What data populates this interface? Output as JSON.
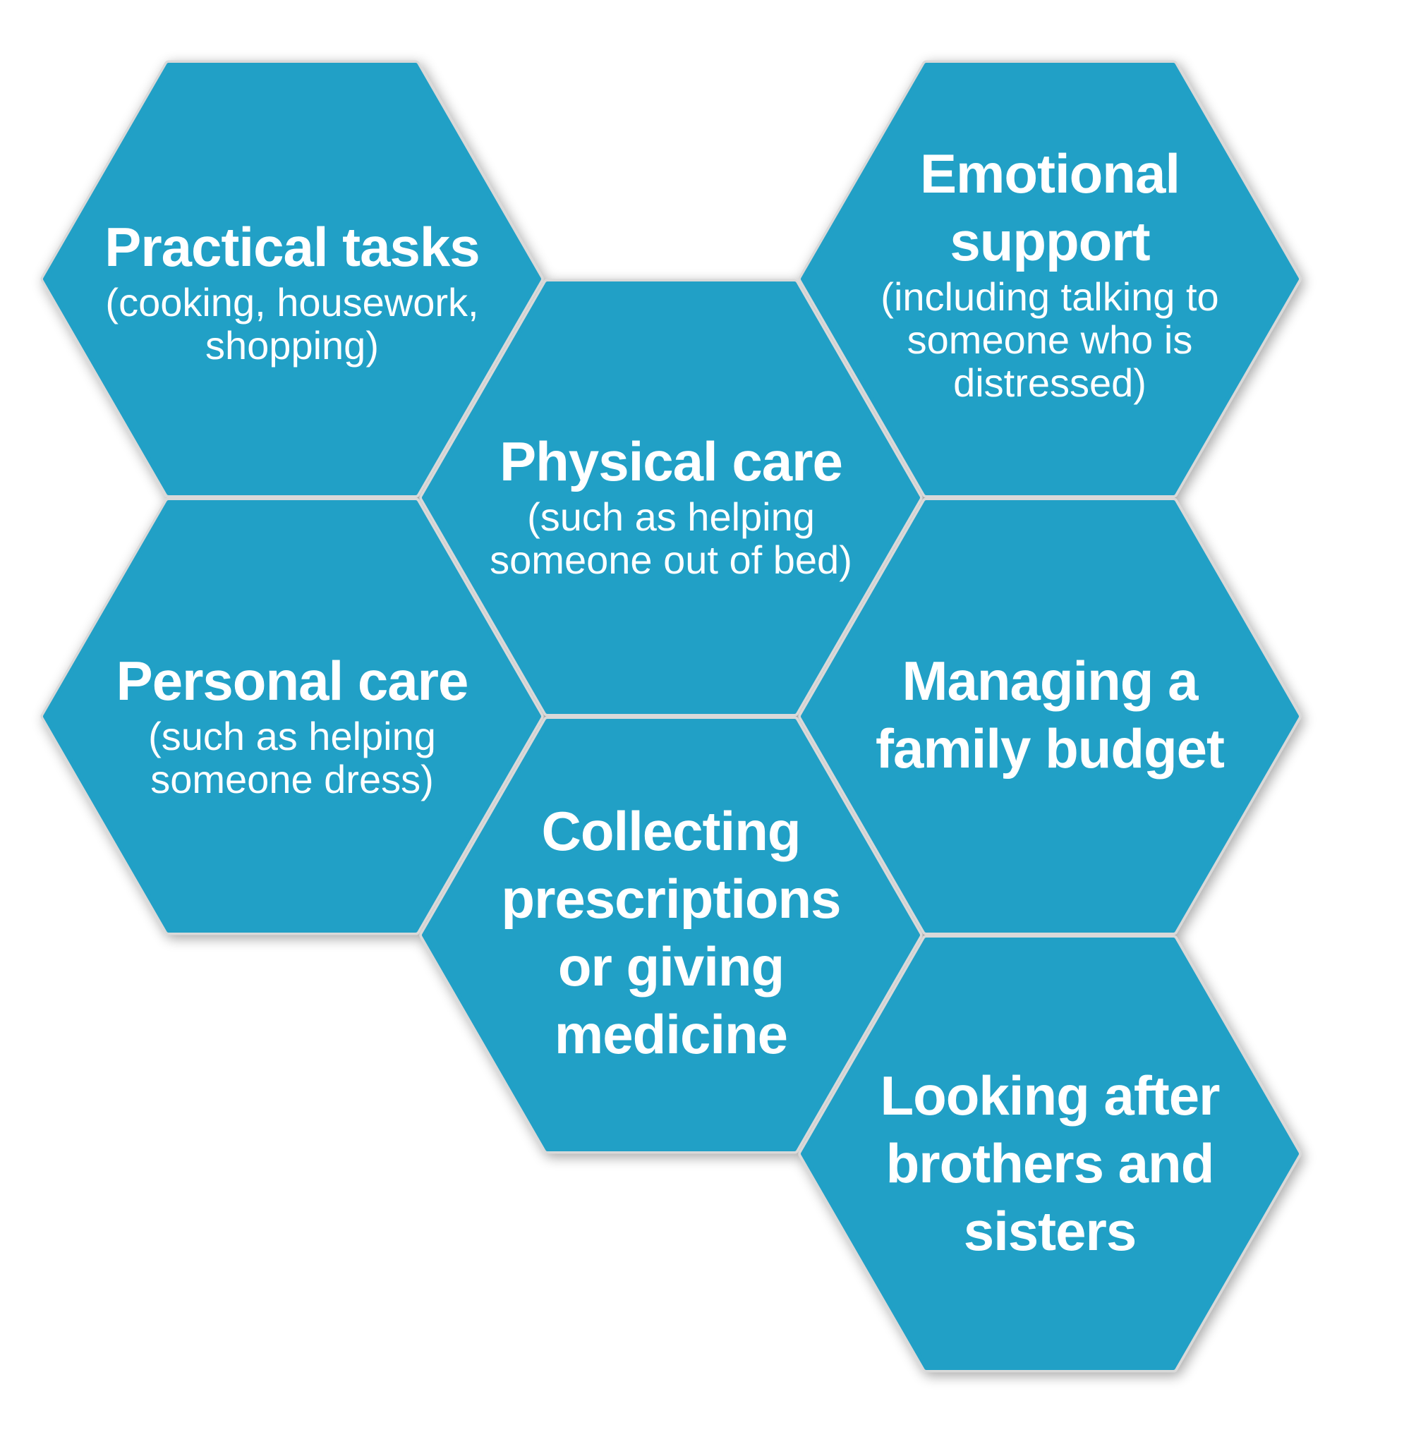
{
  "colors": {
    "hex_fill": "#21a0c6",
    "gap": "#d9d9d9",
    "text": "#ffffff",
    "background": "#ffffff"
  },
  "hexagons": [
    {
      "id": "practical",
      "title": [
        "Practical tasks"
      ],
      "subtitle": [
        "(cooking, housework,",
        "shopping)"
      ]
    },
    {
      "id": "personal",
      "title": [
        "Personal care"
      ],
      "subtitle": [
        "(such as helping",
        "someone dress)"
      ]
    },
    {
      "id": "physical",
      "title": [
        "Physical care"
      ],
      "subtitle": [
        "(such as helping",
        "someone out of bed)"
      ]
    },
    {
      "id": "collecting",
      "title": [
        "Collecting",
        "prescriptions",
        "or giving",
        "medicine"
      ],
      "subtitle": []
    },
    {
      "id": "emotional",
      "title": [
        "Emotional",
        "support"
      ],
      "subtitle": [
        "(including talking to",
        "someone who is",
        "distressed)"
      ]
    },
    {
      "id": "managing",
      "title": [
        "Managing a",
        "family budget"
      ],
      "subtitle": []
    },
    {
      "id": "looking",
      "title": [
        "Looking after",
        "brothers and",
        "sisters"
      ],
      "subtitle": []
    }
  ]
}
